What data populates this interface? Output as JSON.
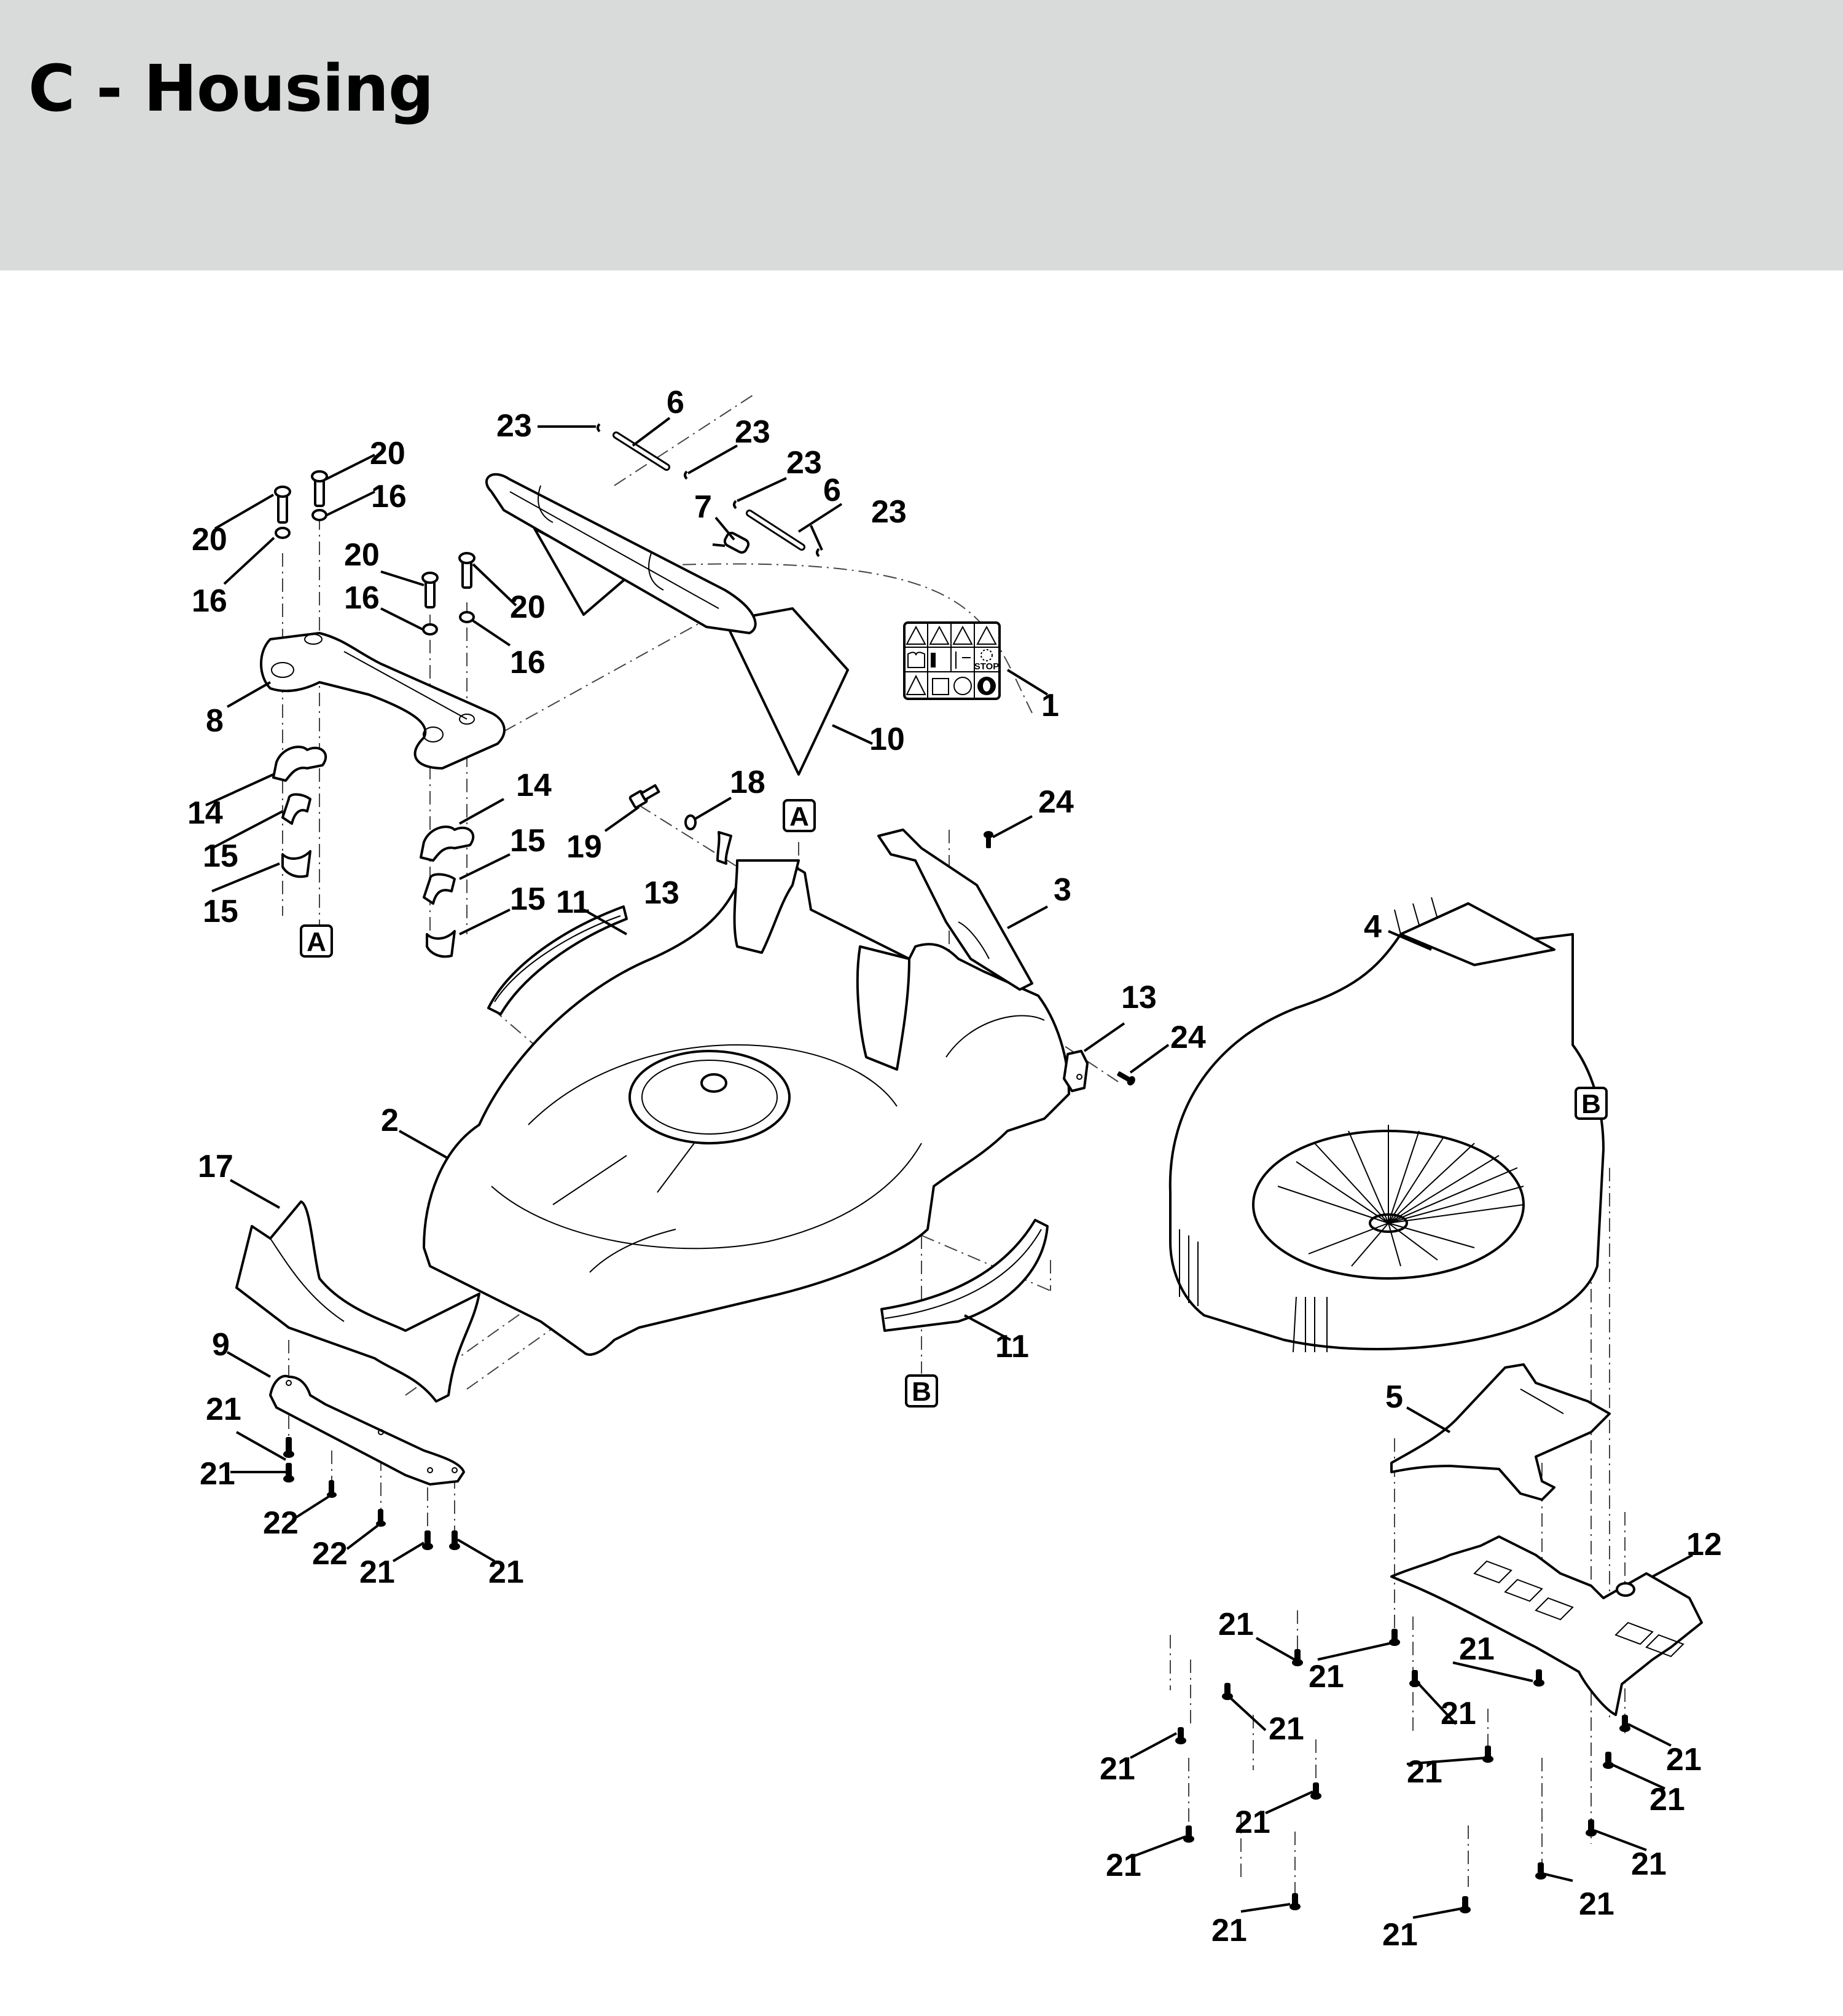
{
  "page": {
    "title": "C - Housing",
    "header_color": "#d9dbda"
  },
  "diagram": {
    "type": "exploded parts diagram",
    "callouts": [
      {
        "id": "c23a",
        "label": "23",
        "part": "clip"
      },
      {
        "id": "c6a",
        "label": "6",
        "part": "pin"
      },
      {
        "id": "c23b",
        "label": "23",
        "part": "clip"
      },
      {
        "id": "c23c",
        "label": "23",
        "part": "clip"
      },
      {
        "id": "c6b",
        "label": "6",
        "part": "pin"
      },
      {
        "id": "c7",
        "label": "7",
        "part": "spring"
      },
      {
        "id": "c23d",
        "label": "23",
        "part": "clip"
      },
      {
        "id": "c20a",
        "label": "20",
        "part": "screw"
      },
      {
        "id": "c16a",
        "label": "16",
        "part": "grommet"
      },
      {
        "id": "c20b",
        "label": "20",
        "part": "screw"
      },
      {
        "id": "c16b",
        "label": "16",
        "part": "grommet"
      },
      {
        "id": "c20c",
        "label": "20",
        "part": "screw"
      },
      {
        "id": "c16c",
        "label": "16",
        "part": "grommet"
      },
      {
        "id": "c20d",
        "label": "20",
        "part": "screw"
      },
      {
        "id": "c16d",
        "label": "16",
        "part": "grommet"
      },
      {
        "id": "c8",
        "label": "8",
        "part": "handle bracket cover"
      },
      {
        "id": "c10",
        "label": "10",
        "part": "grass guard flap"
      },
      {
        "id": "c1",
        "label": "1",
        "part": "warning label"
      },
      {
        "id": "c14a",
        "label": "14",
        "part": "clamp"
      },
      {
        "id": "c15a",
        "label": "15",
        "part": "clamp half"
      },
      {
        "id": "c15b",
        "label": "15",
        "part": "clamp half"
      },
      {
        "id": "c14b",
        "label": "14",
        "part": "clamp"
      },
      {
        "id": "c15c",
        "label": "15",
        "part": "clamp half"
      },
      {
        "id": "c15d",
        "label": "15",
        "part": "clamp half"
      },
      {
        "id": "c18",
        "label": "18",
        "part": "washer"
      },
      {
        "id": "c19",
        "label": "19",
        "part": "bolt"
      },
      {
        "id": "c13a",
        "label": "13",
        "part": "spacer"
      },
      {
        "id": "c11a",
        "label": "11",
        "part": "rear trim strip"
      },
      {
        "id": "c24a",
        "label": "24",
        "part": "screw"
      },
      {
        "id": "c3",
        "label": "3",
        "part": "chute flap"
      },
      {
        "id": "c4",
        "label": "4",
        "part": "fan housing"
      },
      {
        "id": "c13b",
        "label": "13",
        "part": "spacer"
      },
      {
        "id": "c24b",
        "label": "24",
        "part": "screw"
      },
      {
        "id": "c2",
        "label": "2",
        "part": "mower deck housing"
      },
      {
        "id": "c17",
        "label": "17",
        "part": "front bumper"
      },
      {
        "id": "c9",
        "label": "9",
        "part": "front skid plate"
      },
      {
        "id": "c11b",
        "label": "11",
        "part": "front trim strip"
      },
      {
        "id": "c5",
        "label": "5",
        "part": "air duct"
      },
      {
        "id": "c12",
        "label": "12",
        "part": "bottom plate"
      },
      {
        "id": "c21",
        "label": "21",
        "part": "screw"
      },
      {
        "id": "c22",
        "label": "22",
        "part": "screw"
      }
    ],
    "reference_boxes": [
      {
        "id": "refA1",
        "label": "A"
      },
      {
        "id": "refA2",
        "label": "A"
      },
      {
        "id": "refB1",
        "label": "B"
      },
      {
        "id": "refB2",
        "label": "B"
      }
    ],
    "screw21_label": "21",
    "screw22_label": "22",
    "warning_label": {
      "stop_text": "STOP",
      "icons": [
        "warning-icon",
        "hand-in-blade-warning-icon",
        "foot-in-blade-warning-icon",
        "thrown-objects-warning-icon",
        "read-manual-icon",
        "keep-distance-icon",
        "slope-icon",
        "blade-stop-icon",
        "general-warning-icon",
        "mower-tilt-icon",
        "no-hand-under-deck-icon",
        "ear-protection-icon"
      ]
    }
  }
}
